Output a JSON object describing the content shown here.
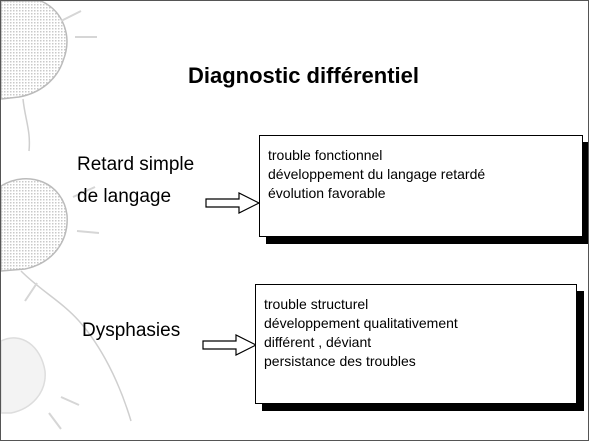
{
  "slide": {
    "title": "Diagnostic différentiel",
    "rows": [
      {
        "label_line1": "Retard simple",
        "label_line2": "de langage",
        "box_lines": [
          "trouble fonctionnel",
          "développement du langage retardé",
          "évolution favorable"
        ]
      },
      {
        "label_line1": "Dysphasies",
        "box_lines": [
          "trouble structurel",
          "développement qualitativement",
          "différent , déviant",
          "persistance des troubles"
        ]
      }
    ]
  }
}
